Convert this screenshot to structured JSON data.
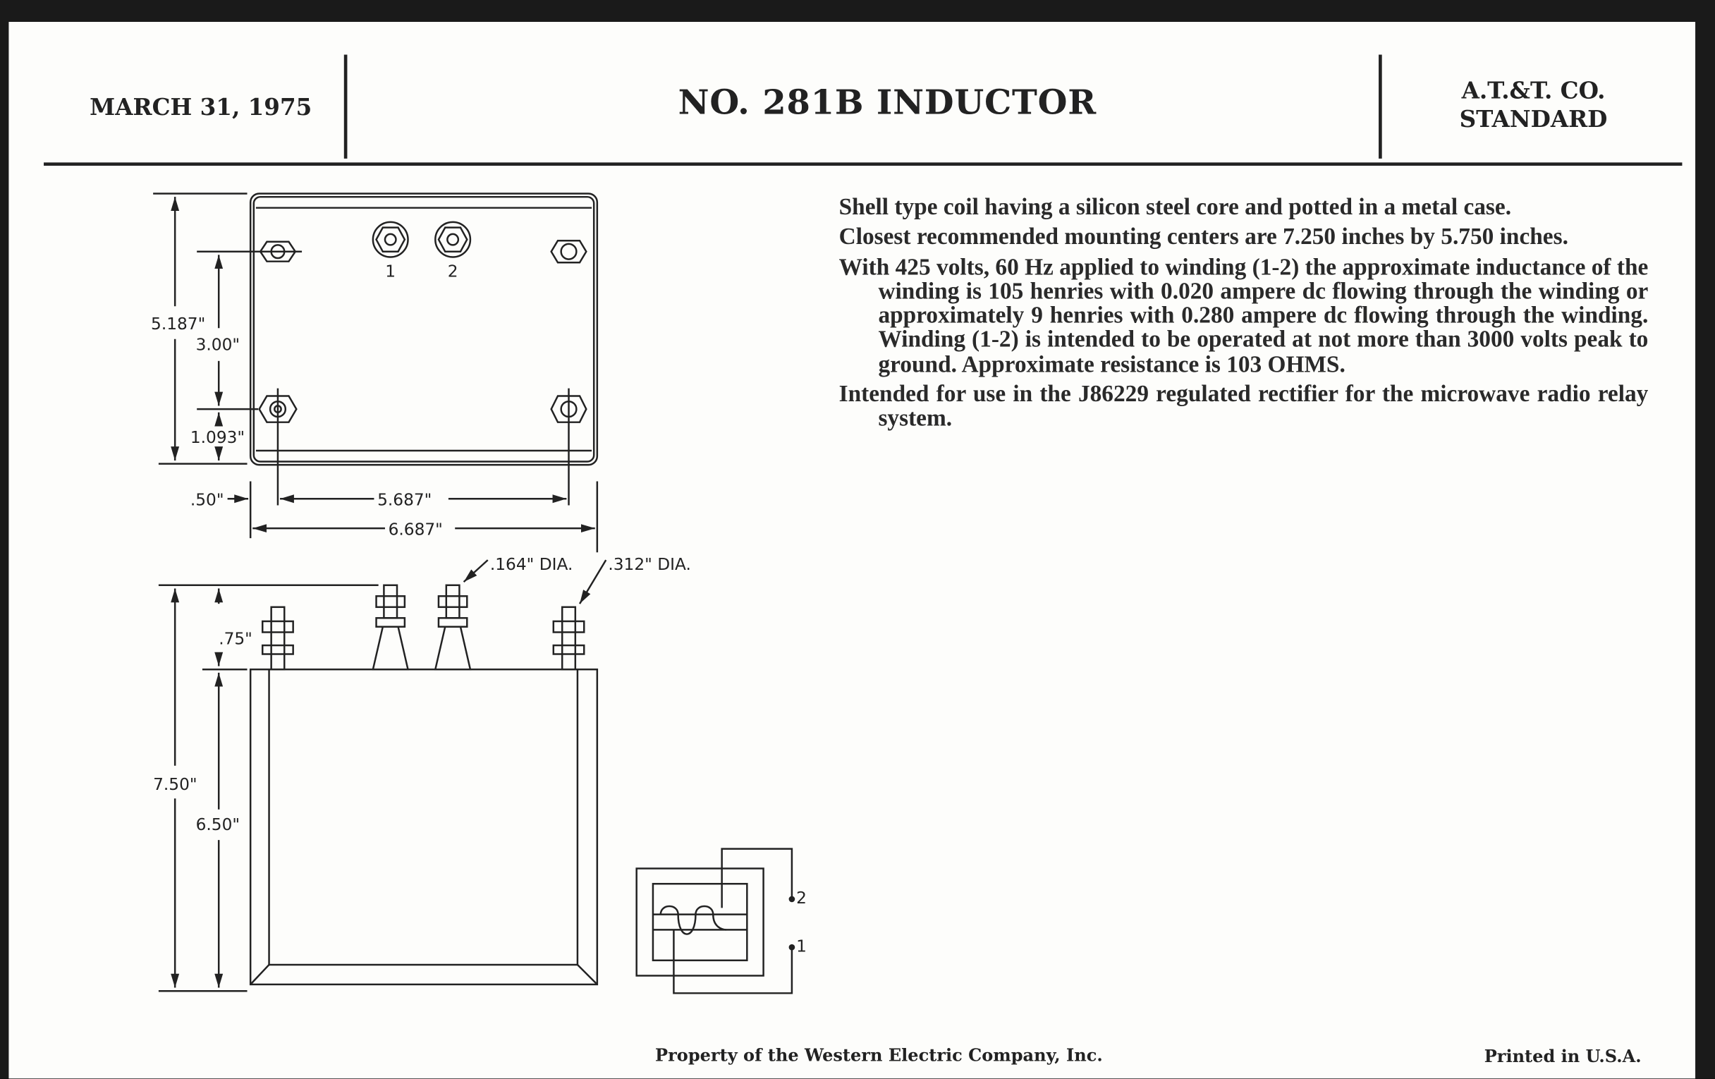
{
  "header": {
    "date": "MARCH 31, 1975",
    "title": "NO. 281B INDUCTOR",
    "standard_line1": "A.T.&T. CO.",
    "standard_line2": "STANDARD"
  },
  "description": [
    "Shell type coil having a silicon steel core and potted in a metal case.",
    "Closest recommended mounting centers are 7.250 inches by 5.750 inches.",
    "With 425 volts, 60 Hz applied to winding (1-2) the approximate inductance of the winding is 105 henries with 0.020 ampere dc flowing through the winding or approximately 9 henries with 0.280 ampere dc flowing through the winding. Winding (1-2) is intended to be operated at not more than 3000 volts peak to ground. Approximate resistance is 103 OHMS.",
    "Intended for use in the J86229 regulated rectifier for the microwave radio relay system."
  ],
  "top_view": {
    "terminal_1": "1",
    "terminal_2": "2",
    "dim_height": "5.187\"",
    "dim_stud_spacing_v": "3.00\"",
    "dim_bottom_offset": "1.093\"",
    "dim_side_offset": ".50\"",
    "dim_stud_spacing_h": "5.687\"",
    "dim_width": "6.687\""
  },
  "side_view": {
    "terminal_dia": ".164\" DIA.",
    "stud_dia": ".312\" DIA.",
    "dim_stud_height": ".75\"",
    "dim_overall_height": "7.50\"",
    "dim_case_height": "6.50\""
  },
  "schematic": {
    "terminal_2": "2",
    "terminal_1": "1"
  },
  "footer": {
    "property": "Property of the Western Electric Company, Inc.",
    "printed": "Printed in U.S.A."
  }
}
